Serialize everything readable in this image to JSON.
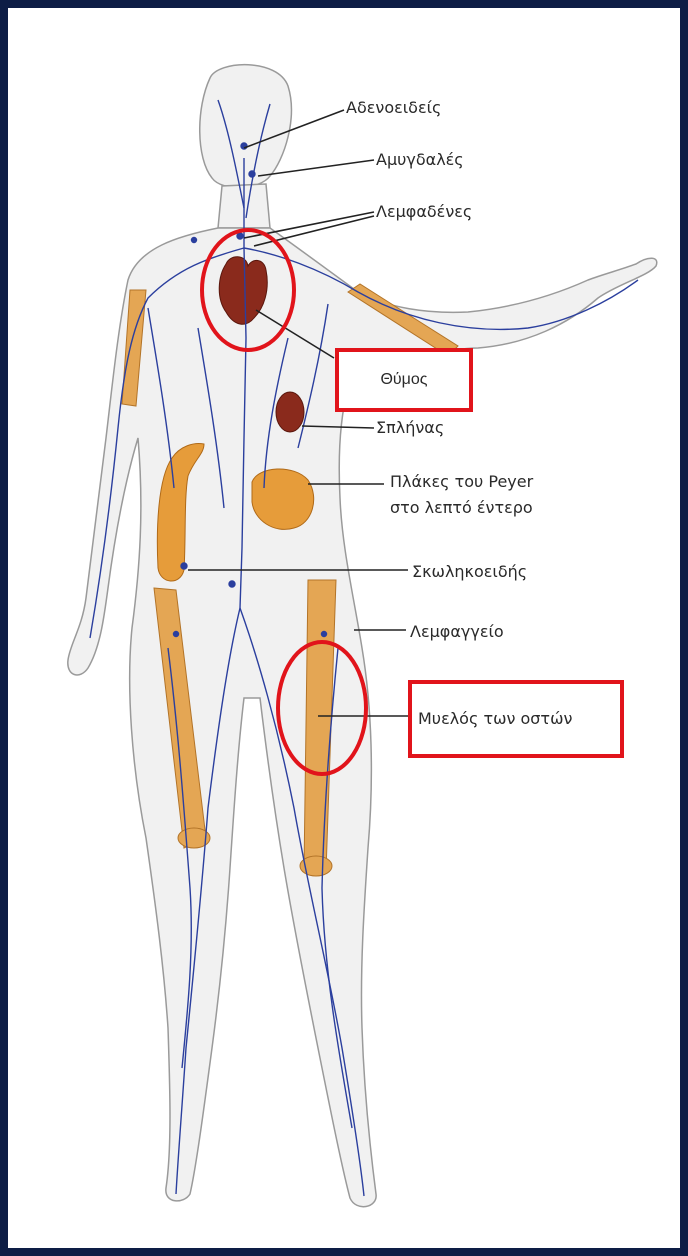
{
  "labels": {
    "adenoids": "Αδενοειδείς",
    "tonsils": "Αμυγδαλές",
    "lymph_nodes": "Λεμφαδένες",
    "thymus": "Θύμος",
    "spleen": "Σπλήνας",
    "peyer_line1": "Πλάκες του Peyer",
    "peyer_line2": "στο λεπτό έντερο",
    "appendix": "Σκωληκοειδής",
    "lymph_vessel": "Λεμφαγγείο",
    "bone_marrow": "Μυελός των οστών"
  },
  "colors": {
    "border": "#0d1d45",
    "highlight": "#e1141b",
    "vessels": "#2b3f9e",
    "body_fill": "#f1f1f1",
    "body_outline": "#9a9a9a",
    "bones": "#e4a654",
    "organs_red": "#8a2a1c",
    "intestine": "#e69c3a"
  }
}
